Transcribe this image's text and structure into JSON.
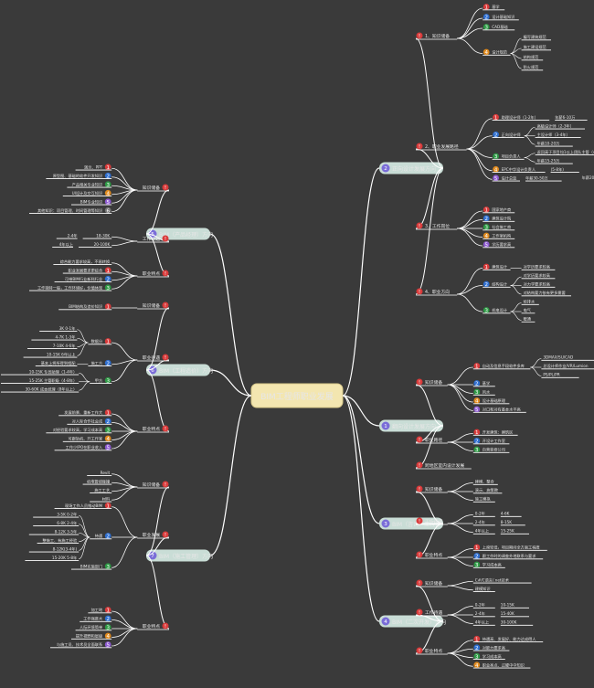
{
  "center": "BIM工程师职业发展",
  "branches": [
    {
      "label": "正向设计发展方向",
      "badge": "2",
      "subs": [
        {
          "label": "1、知识储备",
          "leaves": [
            {
              "badge": "1",
              "color": "#d93b3b",
              "text": "基学"
            },
            {
              "badge": "2",
              "color": "#2f6fd0",
              "text": "设计基础知识"
            },
            {
              "badge": "3",
              "color": "#2e9a45",
              "text": "CAD基础"
            },
            {
              "badge": "4",
              "color": "#e08a1e",
              "text": "设计规范",
              "children": [
                "编写建筑规范",
                "施工建设规范",
                "结构规范",
                "防火规范"
              ]
            }
          ]
        },
        {
          "label": "2、职业发展路径",
          "leaves": [
            {
              "badge": "1",
              "color": "#d93b3b",
              "text": "助理设计师（1-2年）",
              "note": "年薪6-10万"
            },
            {
              "badge": "2",
              "color": "#2f6fd0",
              "text": "正向设计师",
              "children": [
                "高级设计师（2-3年）",
                "主设计师（3-4年）",
                "年薪10-20万"
              ]
            },
            {
              "badge": "3",
              "color": "#2e9a45",
              "text": "项目负责人",
              "children": [
                "返回高于项目均1以上团队主管（4-5年）",
                "年薪15-25万"
              ]
            },
            {
              "badge": "4",
              "color": "#e08a1e",
              "text": "EPC中华设计负责人",
              "note": "(5-8年)",
              "extra": "年薪20-30万"
            },
            {
              "badge": "5",
              "color": "#8e5bd0",
              "text": "设计总监",
              "note": "年薪30-50万"
            }
          ]
        },
        {
          "label": "3、工作岗位",
          "leaves": [
            {
              "badge": "1",
              "color": "#d93b3b",
              "text": "国家地产商"
            },
            {
              "badge": "2",
              "color": "#2f6fd0",
              "text": "建筑设计院"
            },
            {
              "badge": "3",
              "color": "#2e9a45",
              "text": "社会施工商"
            },
            {
              "badge": "4",
              "color": "#e08a1e",
              "text": "工作室机构"
            },
            {
              "badge": "5",
              "color": "#8e5bd0",
              "text": "学历要求高"
            }
          ]
        },
        {
          "label": "4、职业方向",
          "leaves": [
            {
              "badge": "1",
              "color": "#d93b3b",
              "text": "建筑设计",
              "children": [
                "对学历要求较高"
              ]
            },
            {
              "badge": "2",
              "color": "#2f6fd0",
              "text": "结构设计",
              "children": [
                "对学历要求较高",
                "对力学要求较高",
                "对结构要力依有更多需要"
              ]
            },
            {
              "badge": "3",
              "color": "#2e9a45",
              "text": "机电设计",
              "children": [
                "给排水",
                "电气",
                "暖通"
              ]
            }
          ]
        }
      ]
    },
    {
      "label": "翻向设计发展方向",
      "badge": "1",
      "subs": [
        {
          "label": "知识储备",
          "leaves": [
            {
              "badge": "1",
              "color": "#d93b3b",
              "text": "自动及信息手段软件多库",
              "children": [
                "3DMAX/SU/CAD",
                "总设计师作业/VR/Lumion",
                "PS/PL/PR"
              ]
            },
            {
              "badge": "2",
              "color": "#2f6fd0",
              "text": "基学"
            },
            {
              "badge": "3",
              "color": "#2e9a45",
              "text": "风水"
            },
            {
              "badge": "4",
              "color": "#e08a1e",
              "text": "设计基础原理"
            },
            {
              "badge": "5",
              "color": "#8e5bd0",
              "text": "对口和对有基本水平高"
            }
          ]
        },
        {
          "label": "职业路径",
          "leaves": [
            {
              "badge": "1",
              "color": "#d93b3b",
              "text": "开发建筑：建筑区"
            },
            {
              "badge": "2",
              "color": "#2f6fd0",
              "text": "开设计工作室"
            },
            {
              "badge": "3",
              "color": "#2e9a45",
              "text": "自营装修公司"
            }
          ]
        },
        {
          "label": "跨地区室内设计发展",
          "leaves": []
        }
      ]
    },
    {
      "label": "BIM（咨询）工程师",
      "badge": "3",
      "subs": [
        {
          "label": "知识储备",
          "leaves": [
            {
              "badge": "",
              "color": "",
              "text": "建模、整合"
            },
            {
              "badge": "",
              "color": "",
              "text": "演示、施策教"
            },
            {
              "badge": "",
              "color": "",
              "text": "施工模拟"
            }
          ]
        },
        {
          "label": "工作待遇",
          "leaves": [
            {
              "badge": "",
              "color": "",
              "text": "0-2年",
              "note": "4-6K"
            },
            {
              "badge": "",
              "color": "",
              "text": "2-4年",
              "note": "8-15K"
            },
            {
              "badge": "",
              "color": "",
              "text": "4年以上",
              "note": "15-25K"
            }
          ]
        },
        {
          "label": "职业特点",
          "leaves": [
            {
              "badge": "1",
              "color": "#d93b3b",
              "text": "上席较低，项目期间全方面工程度"
            },
            {
              "badge": "2",
              "color": "#2f6fd0",
              "text": "跟工作时的调查外地联系与要求"
            },
            {
              "badge": "3",
              "color": "#2e9a45",
              "text": "学习成本高"
            }
          ]
        }
      ]
    },
    {
      "label": "BIM（二次开发）方向",
      "badge": "4",
      "subs": [
        {
          "label": "知识储备",
          "leaves": [
            {
              "badge": "",
              "color": "",
              "text": "C#/C语言/.net技术"
            },
            {
              "badge": "",
              "color": "",
              "text": "建模知识"
            }
          ]
        },
        {
          "label": "工作待遇",
          "leaves": [
            {
              "badge": "",
              "color": "",
              "text": "0-2年",
              "note": "10-15K"
            },
            {
              "badge": "",
              "color": "",
              "text": "2-4年",
              "note": "15-40K"
            },
            {
              "badge": "",
              "color": "",
              "text": "4年以上",
              "note": "30-100K"
            }
          ]
        },
        {
          "label": "职业特点",
          "leaves": [
            {
              "badge": "1",
              "color": "#d93b3b",
              "text": "待遇高、发展好、能力达成得人"
            },
            {
              "badge": "2",
              "color": "#2f6fd0",
              "text": "对能力要求高"
            },
            {
              "badge": "3",
              "color": "#2e9a45",
              "text": "学习成本高"
            },
            {
              "badge": "4",
              "color": "#e08a1e",
              "text": "职业亮点、过硬中中知识"
            }
          ]
        }
      ]
    },
    {
      "label": "BIM（产品经理）方向",
      "badge": "5",
      "subs": [
        {
          "label": "知识储备",
          "leaves": [
            {
              "badge": "1",
              "color": "#d93b3b",
              "text": "演示、PPT"
            },
            {
              "badge": "2",
              "color": "#2f6fd0",
              "text": "原型图、基础的软件开发知识"
            },
            {
              "badge": "3",
              "color": "#2e9a45",
              "text": "产品相关专业知识"
            },
            {
              "badge": "4",
              "color": "#e08a1e",
              "text": "UI设计及交互知识"
            },
            {
              "badge": "5",
              "color": "#8e5bd0",
              "text": "BIM专业知识"
            },
            {
              "badge": "6",
              "color": "#777777",
              "text": "其他知识：项目管理、时间管理等知识"
            }
          ]
        },
        {
          "label": "工作待遇",
          "leaves": [
            {
              "badge": "",
              "color": "",
              "text": "18-30K",
              "note": "2-4年"
            },
            {
              "badge": "",
              "color": "",
              "text": "20-100K",
              "note": "4年以上"
            }
          ]
        },
        {
          "label": "职业特点",
          "leaves": [
            {
              "badge": "",
              "color": "",
              "text": "综合能力要求较高，不易转换"
            },
            {
              "badge": "1",
              "color": "#d93b3b",
              "text": "职业发展要求更综合"
            },
            {
              "badge": "2",
              "color": "#2f6fd0",
              "text": "可带BIM行业新科行业"
            },
            {
              "badge": "3",
              "color": "#2e9a45",
              "text": "工作独特一般，工作环境好，价值体现"
            }
          ]
        }
      ]
    },
    {
      "label": "BIM（工程造价）方向",
      "badge": "6",
      "subs": [
        {
          "label": "知识储备",
          "leaves": [
            {
              "badge": "1",
              "color": "#d93b3b",
              "text": "BIM结构及造价知识"
            }
          ]
        },
        {
          "label": "职业待遇",
          "leaves": [
            {
              "badge": "1",
              "color": "#d93b3b",
              "text": "数据分",
              "children": [
                "3K  0-1年",
                "4-7K  1-3年",
                "7-10K  4-6年",
                "10-15K  6年以上"
              ]
            },
            {
              "badge": "2",
              "color": "#2f6fd0",
              "text": "施工方",
              "children": [
                "基本上将所得到相配"
              ]
            },
            {
              "badge": "3",
              "color": "#2e9a45",
              "text": "甲方",
              "children": [
                "10-15K  专员助理（1-4年）",
                "15-25K  主管职级（4-8年）",
                "30-60K  成本经理（8年以上）"
              ]
            }
          ]
        },
        {
          "label": "职业特点",
          "leaves": [
            {
              "badge": "1",
              "color": "#d93b3b",
              "text": "发展前景、重新工作大"
            },
            {
              "badge": "2",
              "color": "#2f6fd0",
              "text": "对人际合作社会成"
            },
            {
              "badge": "3",
              "color": "#2e9a45",
              "text": "对经验要求较高，学习成本高"
            },
            {
              "badge": "4",
              "color": "#e08a1e",
              "text": "可跟轨机、开工作室"
            },
            {
              "badge": "5",
              "color": "#8e5bd0",
              "text": "工作少IPO在职业收入"
            }
          ]
        }
      ]
    },
    {
      "label": "BIM（施工管理）方向",
      "badge": "7",
      "subs": [
        {
          "label": "知识储备",
          "leaves": [
            {
              "badge": "",
              "color": "",
              "text": "Revit"
            },
            {
              "badge": "",
              "color": "",
              "text": "机电管线碰撞"
            },
            {
              "badge": "",
              "color": "",
              "text": "施工工艺"
            },
            {
              "badge": "",
              "color": "",
              "text": "材料"
            }
          ]
        },
        {
          "label": "职业发展",
          "leaves": [
            {
              "badge": "1",
              "color": "#d93b3b",
              "text": "现场工作人员推动BIM"
            },
            {
              "badge": "2",
              "color": "#2f6fd0",
              "text": "待遇",
              "children": [
                "3-5K  0-2年",
                "6-8K  2-4年",
                "8-12K  3-5年",
                "整施工、有施工经验",
                "8-12K(3-4年)",
                "15-20K  5-8年"
              ]
            },
            {
              "badge": "3",
              "color": "#2e9a45",
              "text": "BIM实施部门"
            }
          ]
        },
        {
          "label": "职业特点",
          "leaves": [
            {
              "badge": "1",
              "color": "#d93b3b",
              "text": "加工地"
            },
            {
              "badge": "2",
              "color": "#2f6fd0",
              "text": "工作强度大"
            },
            {
              "badge": "3",
              "color": "#2e9a45",
              "text": "人际环境简单"
            },
            {
              "badge": "4",
              "color": "#e08a1e",
              "text": "提升视野和层级"
            },
            {
              "badge": "5",
              "color": "#8e5bd0",
              "text": "与施工员、技术员全面联系"
            }
          ]
        }
      ]
    }
  ],
  "colors": {
    "background": "#3a3a3a",
    "center": "#f3e6b0",
    "branch": "#c9ddd6",
    "line": "#ffffff",
    "sub_badge": "#d93b3b"
  }
}
